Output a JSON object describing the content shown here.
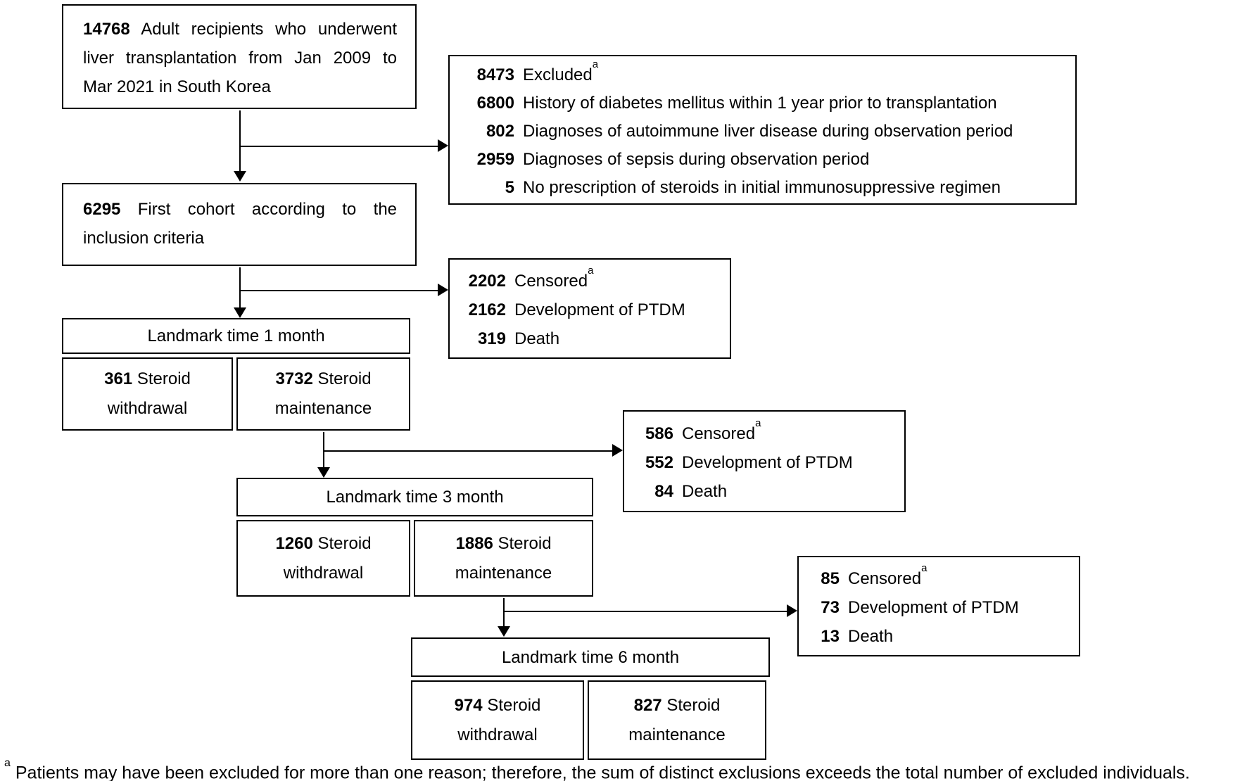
{
  "colors": {
    "background": "#ffffff",
    "border": "#000000",
    "text": "#000000"
  },
  "flow": {
    "initial": {
      "n": "14768",
      "line1": "Adult recipients who underwent",
      "line2": "liver transplantation from Jan 2009 to",
      "line3": "Mar 2021 in South Korea"
    },
    "excluded": {
      "rows": [
        {
          "n": "8473",
          "label": "Excluded",
          "sup": "a"
        },
        {
          "n": "6800",
          "label": "History of diabetes mellitus within 1 year prior to transplantation"
        },
        {
          "n": "802",
          "label": "Diagnoses of autoimmune liver disease during observation period"
        },
        {
          "n": "2959",
          "label": "Diagnoses of sepsis during observation period"
        },
        {
          "n": "5",
          "label": "No prescription of steroids in initial immunosuppressive regimen"
        }
      ]
    },
    "cohort": {
      "n": "6295",
      "line1": "First cohort according to the",
      "line2": "inclusion criteria"
    },
    "censored_1m": {
      "rows": [
        {
          "n": "2202",
          "label": "Censored",
          "sup": "a"
        },
        {
          "n": "2162",
          "label": "Development of PTDM"
        },
        {
          "n": "319",
          "label": "Death"
        }
      ]
    },
    "landmark_1m": {
      "title": "Landmark time 1 month",
      "withdrawal": {
        "n": "361",
        "word": "Steroid",
        "line2": "withdrawal"
      },
      "maintenance": {
        "n": "3732",
        "word": "Steroid",
        "line2": "maintenance"
      }
    },
    "censored_3m": {
      "rows": [
        {
          "n": "586",
          "label": "Censored",
          "sup": "a"
        },
        {
          "n": "552",
          "label": "Development of PTDM"
        },
        {
          "n": "84",
          "label": "Death"
        }
      ]
    },
    "landmark_3m": {
      "title": "Landmark time 3 month",
      "withdrawal": {
        "n": "1260",
        "word": "Steroid",
        "line2": "withdrawal"
      },
      "maintenance": {
        "n": "1886",
        "word": "Steroid",
        "line2": "maintenance"
      }
    },
    "censored_6m": {
      "rows": [
        {
          "n": "85",
          "label": "Censored",
          "sup": "a"
        },
        {
          "n": "73",
          "label": "Development of PTDM"
        },
        {
          "n": "13",
          "label": "Death"
        }
      ]
    },
    "landmark_6m": {
      "title": "Landmark time 6 month",
      "withdrawal": {
        "n": "974",
        "word": "Steroid",
        "line2": "withdrawal"
      },
      "maintenance": {
        "n": "827",
        "word": "Steroid",
        "line2": "maintenance"
      }
    },
    "footnote": {
      "sup": "a",
      "text": "Patients may have been excluded for more than one reason; therefore, the sum of distinct exclusions exceeds the total number of excluded individuals."
    }
  }
}
